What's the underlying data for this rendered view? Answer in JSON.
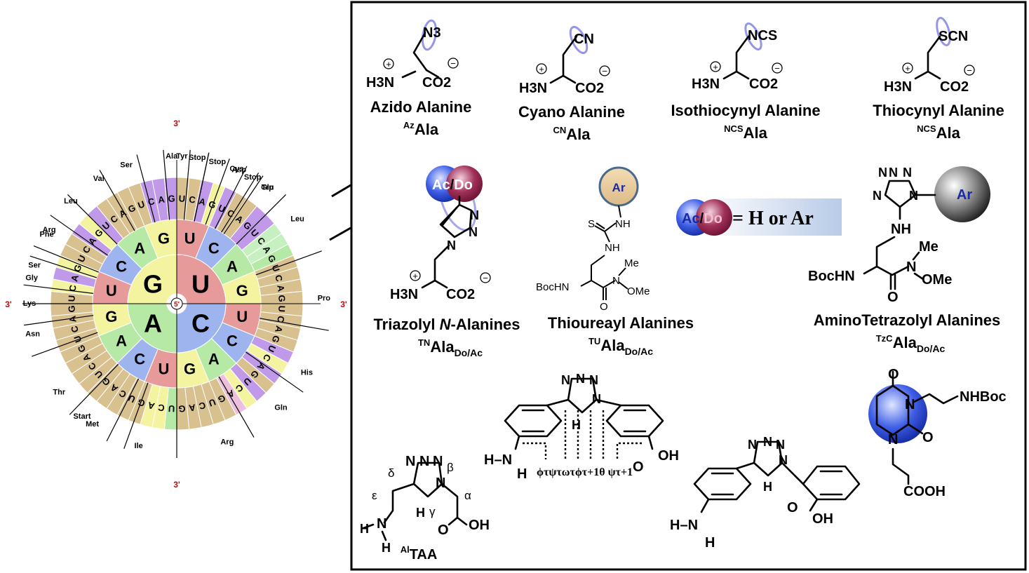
{
  "colors": {
    "brown": "#d8c08f",
    "yellow": "#f4f4a0",
    "green": "#b6e8a6",
    "blue": "#9db4ee",
    "red": "#e79a9a",
    "purple": "#c09ae8",
    "pink": "#ecc0dc",
    "mint": "#c6f0c0",
    "prime_red": "#b01010"
  },
  "codon_wheel": {
    "center_label": "5'",
    "prime_labels": [
      "3'",
      "3'",
      "3'",
      "3'"
    ],
    "inner": [
      "G",
      "U",
      "A",
      "C"
    ],
    "middle": [
      {
        "letter": "U",
        "color": "red"
      },
      {
        "letter": "C",
        "color": "blue"
      },
      {
        "letter": "A",
        "color": "green"
      },
      {
        "letter": "G",
        "color": "yellow"
      },
      {
        "letter": "U",
        "color": "red"
      },
      {
        "letter": "C",
        "color": "blue"
      },
      {
        "letter": "A",
        "color": "green"
      },
      {
        "letter": "G",
        "color": "yellow"
      },
      {
        "letter": "U",
        "color": "red"
      },
      {
        "letter": "C",
        "color": "blue"
      },
      {
        "letter": "A",
        "color": "green"
      },
      {
        "letter": "G",
        "color": "yellow"
      },
      {
        "letter": "U",
        "color": "red"
      },
      {
        "letter": "C",
        "color": "blue"
      },
      {
        "letter": "A",
        "color": "green"
      },
      {
        "letter": "G",
        "color": "yellow"
      }
    ],
    "outer_letters": [
      "U",
      "C",
      "A",
      "G"
    ],
    "outer_colors": [
      "brown",
      "brown",
      "purple",
      "yellow",
      "purple",
      "brown",
      "brown",
      "purple",
      "purple",
      "mint",
      "mint",
      "green",
      "brown",
      "brown",
      "brown",
      "brown",
      "brown",
      "brown",
      "brown",
      "brown",
      "purple",
      "yellow",
      "purple",
      "brown",
      "purple",
      "yellow",
      "pink",
      "brown",
      "brown",
      "brown",
      "brown",
      "brown",
      "green",
      "yellow",
      "yellow",
      "brown",
      "brown",
      "brown",
      "brown",
      "brown",
      "brown",
      "brown",
      "brown",
      "brown",
      "brown",
      "brown",
      "brown",
      "brown",
      "brown",
      "yellow",
      "purple",
      "yellow",
      "brown",
      "brown",
      "purple",
      "yellow",
      "purple",
      "brown",
      "brown",
      "brown",
      "brown",
      "purple",
      "purple",
      "purple"
    ],
    "amino_acids": [
      {
        "name": "Gly",
        "angle": -80
      },
      {
        "name": "Phe",
        "angle": -62
      },
      {
        "name": "Leu",
        "angle": -46
      },
      {
        "name": "Ser",
        "angle": -20
      },
      {
        "name": "Tyr",
        "angle": 2
      },
      {
        "name": "Stop",
        "angle": 8
      },
      {
        "name": "Stop",
        "angle": 16
      },
      {
        "name": "Cys",
        "angle": 24
      },
      {
        "name": "Stop",
        "angle": 31
      },
      {
        "name": "Trp",
        "angle": 38
      },
      {
        "name": "Leu",
        "angle": 55
      },
      {
        "name": "Pro",
        "angle": 88
      },
      {
        "name": "His",
        "angle": 118
      },
      {
        "name": "Gln",
        "angle": 135
      },
      {
        "name": "Arg",
        "angle": 160
      },
      {
        "name": "Ile",
        "angle": 195
      },
      {
        "name": "Met",
        "angle": 215
      },
      {
        "name": "Start",
        "angle": 220
      },
      {
        "name": "Thr",
        "angle": 233
      },
      {
        "name": "Asn",
        "angle": 258
      },
      {
        "name": "Lys",
        "angle": 270
      },
      {
        "name": "Ser",
        "angle": 285
      },
      {
        "name": "Arg",
        "angle": 300
      },
      {
        "name": "Val",
        "angle": 328
      },
      {
        "name": "Ala",
        "angle": 358
      },
      {
        "name": "Asp",
        "angle": 385
      },
      {
        "name": "Glu",
        "angle": 398
      }
    ]
  },
  "panel": {
    "row1": [
      {
        "group": "N3",
        "name": "Azido Alanine",
        "abbr_sup": "Az",
        "abbr": "Ala"
      },
      {
        "group": "CN",
        "name": "Cyano Alanine",
        "abbr_sup": "CN",
        "abbr": "Ala"
      },
      {
        "group": "NCS",
        "name": "Isothiocynyl Alanine",
        "abbr_sup": "NCS",
        "abbr": "Ala"
      },
      {
        "group": "SCN",
        "name": "Thiocynyl Alanine",
        "abbr_sup": "NCS",
        "abbr": "Ala"
      }
    ],
    "h3n": "H3N",
    "co2": "CO2",
    "plus": "+",
    "minus": "−",
    "row2": {
      "triazolyl": {
        "name_pre": "Triazolyl ",
        "name_ital": "N",
        "name_post": "-Alanines",
        "abbr_sup": "TN",
        "abbr": "Ala",
        "abbr_sub": "Do/Ac"
      },
      "thioureayl": {
        "name": "Thioureayl Alanines",
        "abbr_sup": "TU",
        "abbr": "Ala",
        "abbr_sub": "Do/Ac",
        "bochn": "BocHN",
        "me": "Me",
        "ome": "OMe",
        "o": "O",
        "s": "S",
        "nh": "NH",
        "n": "N",
        "ar": "Ar"
      },
      "legend": {
        "ac": "Ac",
        "slash": "/",
        "do": "Do",
        "eq": "= H or Ar"
      },
      "tetrazolyl": {
        "name": "AminoTetrazolyl Alanines",
        "abbr_sup": "TzC",
        "abbr": "Ala",
        "abbr_sub": "Do/Ac",
        "bochn": "BocHN",
        "me": "Me",
        "ome": "OMe",
        "o": "O",
        "nh": "NH",
        "n": "N",
        "ar": "Ar"
      }
    },
    "row3": {
      "taa": {
        "abbr_sup": "Al",
        "abbr": "TAA",
        "greek": [
          "δ",
          "β",
          "ε",
          "γ",
          "α"
        ],
        "oh": "OH",
        "o": "O",
        "h": "H",
        "n": "N"
      },
      "torsion": {
        "labels": "ϕτψτωτϕτ+1θ ψτ+1",
        "hn": "H–N",
        "h": "H",
        "oh": "OH",
        "o": "O",
        "n": "N"
      },
      "second": {
        "hn": "H–N",
        "h": "H",
        "oh": "OH",
        "o": "O",
        "n": "N"
      },
      "pna": {
        "nhboc": "NHBoc",
        "cooh": "COOH",
        "o": "O",
        "n": "N"
      }
    }
  }
}
